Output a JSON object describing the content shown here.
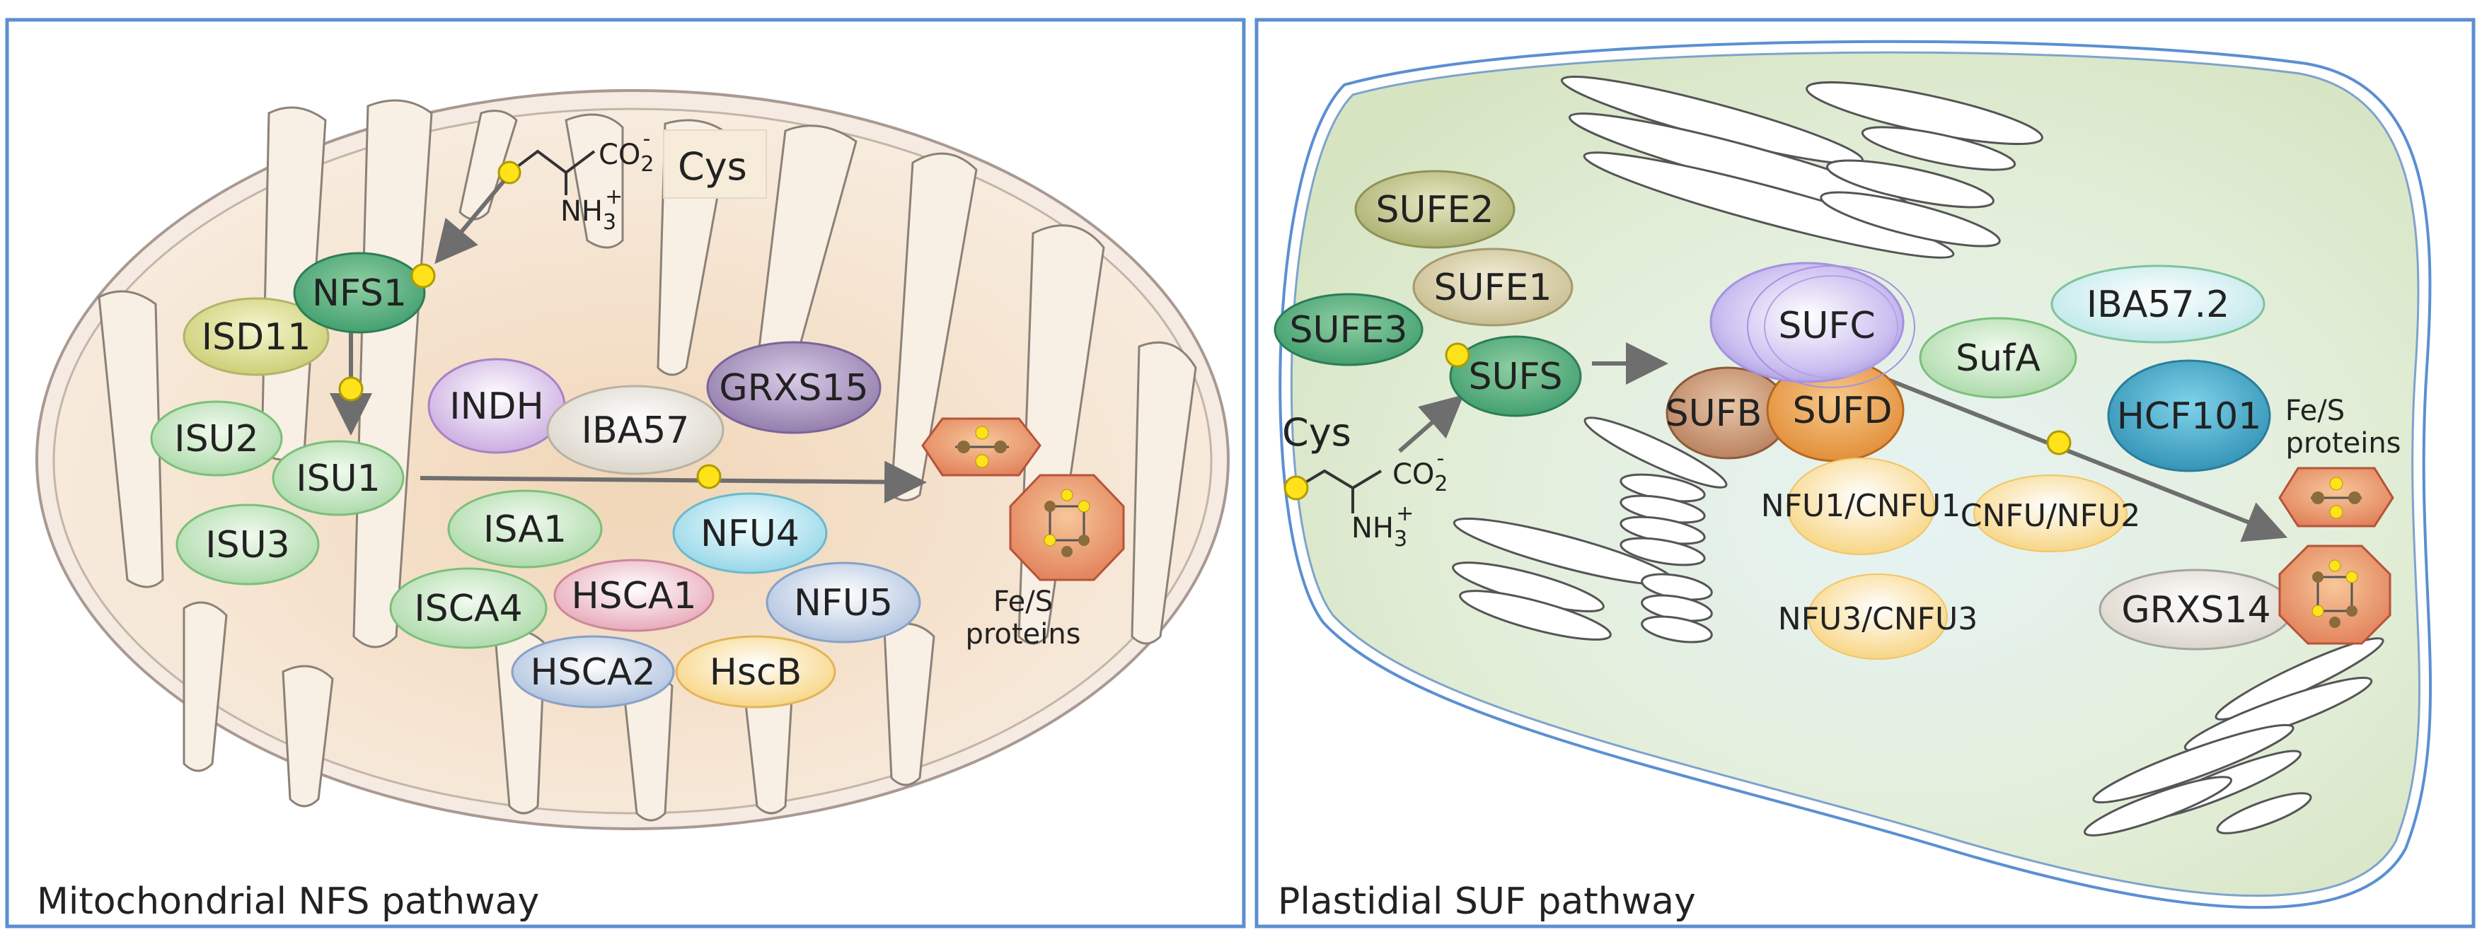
{
  "panels": {
    "mito_caption": "Mitochondrial NFS pathway",
    "plastid_caption": "Plastidial SUF pathway"
  },
  "mito": {
    "cys": "Cys",
    "co2": "CO",
    "co2_sub": "2",
    "co2_sup": "-",
    "nh3": "NH",
    "nh3_sub": "3",
    "nh3_sup": "+",
    "fes_line1": "Fe/S",
    "fes_line2": "proteins",
    "proteins": {
      "nfs1": "NFS1",
      "isd11": "ISD11",
      "isu2": "ISU2",
      "isu1": "ISU1",
      "isu3": "ISU3",
      "indh": "INDH",
      "iba57": "IBA57",
      "grxs15": "GRXS15",
      "isa1": "ISA1",
      "nfu4": "NFU4",
      "isca4": "ISCA4",
      "hsca1": "HSCA1",
      "nfu5": "NFU5",
      "hsca2": "HSCA2",
      "hscb": "HscB"
    }
  },
  "plastid": {
    "cys": "Cys",
    "co2": "CO",
    "co2_sub": "2",
    "co2_sup": "-",
    "nh3": "NH",
    "nh3_sub": "3",
    "nh3_sup": "+",
    "fes_line1": "Fe/S",
    "fes_line2": "proteins",
    "proteins": {
      "sufe2": "SUFE2",
      "sufe1": "SUFE1",
      "sufe3": "SUFE3",
      "sufs": "SUFS",
      "sufc": "SUFC",
      "sufb": "SUFB",
      "sufd": "SUFD",
      "sufa": "SufA",
      "iba572": "IBA57.2",
      "hcf101": "HCF101",
      "nfu1": "NFU1/CNFU1",
      "cnfu": "CNFU/NFU2",
      "nfu3": "NFU3/CNFU3",
      "grxs14": "GRXS14"
    }
  }
}
